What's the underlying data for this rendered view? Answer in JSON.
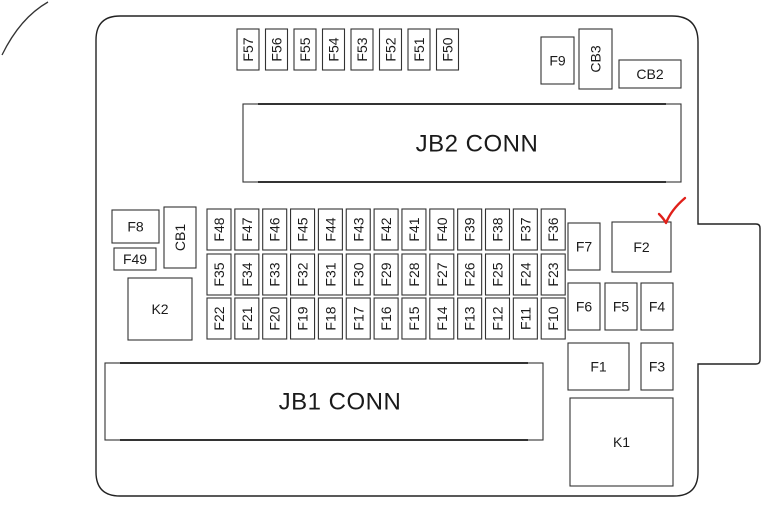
{
  "connectors": {
    "jb2": "JB2 CONN",
    "jb1": "JB1 CONN"
  },
  "top_row_fuses": [
    "F57",
    "F56",
    "F55",
    "F54",
    "F53",
    "F52",
    "F51",
    "F50"
  ],
  "grid_rows": [
    [
      "F48",
      "F47",
      "F46",
      "F45",
      "F44",
      "F43",
      "F42",
      "F41",
      "F40",
      "F39",
      "F38",
      "F37",
      "F36"
    ],
    [
      "F35",
      "F34",
      "F33",
      "F32",
      "F31",
      "F30",
      "F29",
      "F28",
      "F27",
      "F26",
      "F25",
      "F24",
      "F23"
    ],
    [
      "F22",
      "F21",
      "F20",
      "F19",
      "F18",
      "F17",
      "F16",
      "F15",
      "F14",
      "F13",
      "F12",
      "F11",
      "F10"
    ]
  ],
  "left_components": {
    "f8": "F8",
    "f49": "F49",
    "cb1": "CB1",
    "k2": "K2"
  },
  "top_right_components": {
    "f9": "F9",
    "cb3": "CB3",
    "cb2": "CB2"
  },
  "right_components": {
    "f7": "F7",
    "f2": "F2",
    "f6": "F6",
    "f5": "F5",
    "f4": "F4",
    "f1": "F1",
    "f3": "F3",
    "k1": "K1"
  },
  "annotation": {
    "marker_color": "#e0201a",
    "marker_target": "F2"
  }
}
